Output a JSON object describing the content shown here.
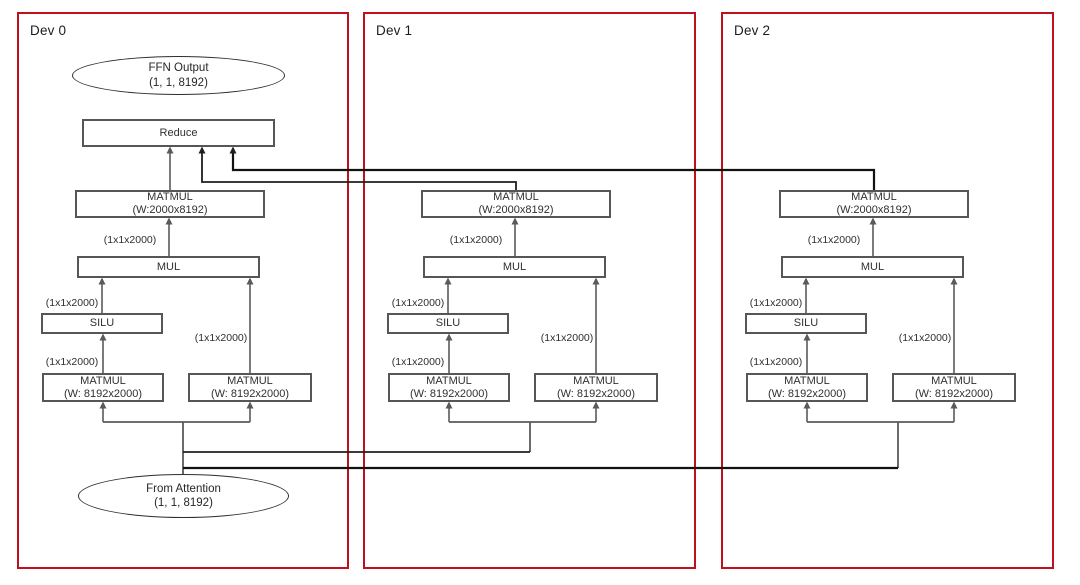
{
  "colors": {
    "background": "#ffffff",
    "panel_border": "#c0101d",
    "box_border": "#565656",
    "ellipse_border": "#2e2e2e",
    "line": "#5a5a5a",
    "cross_line": "#1f1f1f",
    "text": "#303030"
  },
  "devices": [
    {
      "label": "Dev 0",
      "ffn_output": {
        "title": "FFN Output",
        "shape": "(1, 1, 8192)"
      },
      "reduce_label": "Reduce",
      "matmul_out": {
        "title": "MATMUL",
        "weight": "(W:2000x8192)"
      },
      "mul_label": "MUL",
      "silu_label": "SILU",
      "matmul_gate": {
        "title": "MATMUL",
        "weight": "(W: 8192x2000)"
      },
      "matmul_up": {
        "title": "MATMUL",
        "weight": "(W: 8192x2000)"
      },
      "from_attention": {
        "title": "From Attention",
        "shape": "(1, 1, 8192)"
      },
      "t_mul_in": "(1x1x2000)",
      "t_silu_out": "(1x1x2000)",
      "t_gate_out": "(1x1x2000)",
      "t_up_out": "(1x1x2000)"
    },
    {
      "label": "Dev 1",
      "matmul_out": {
        "title": "MATMUL",
        "weight": "(W:2000x8192)"
      },
      "mul_label": "MUL",
      "silu_label": "SILU",
      "matmul_gate": {
        "title": "MATMUL",
        "weight": "(W: 8192x2000)"
      },
      "matmul_up": {
        "title": "MATMUL",
        "weight": "(W: 8192x2000)"
      },
      "t_mul_in": "(1x1x2000)",
      "t_silu_out": "(1x1x2000)",
      "t_gate_out": "(1x1x2000)",
      "t_up_out": "(1x1x2000)"
    },
    {
      "label": "Dev 2",
      "matmul_out": {
        "title": "MATMUL",
        "weight": "(W:2000x8192)"
      },
      "mul_label": "MUL",
      "silu_label": "SILU",
      "matmul_gate": {
        "title": "MATMUL",
        "weight": "(W: 8192x2000)"
      },
      "matmul_up": {
        "title": "MATMUL",
        "weight": "(W: 8192x2000)"
      },
      "t_mul_in": "(1x1x2000)",
      "t_silu_out": "(1x1x2000)",
      "t_gate_out": "(1x1x2000)",
      "t_up_out": "(1x1x2000)"
    }
  ]
}
